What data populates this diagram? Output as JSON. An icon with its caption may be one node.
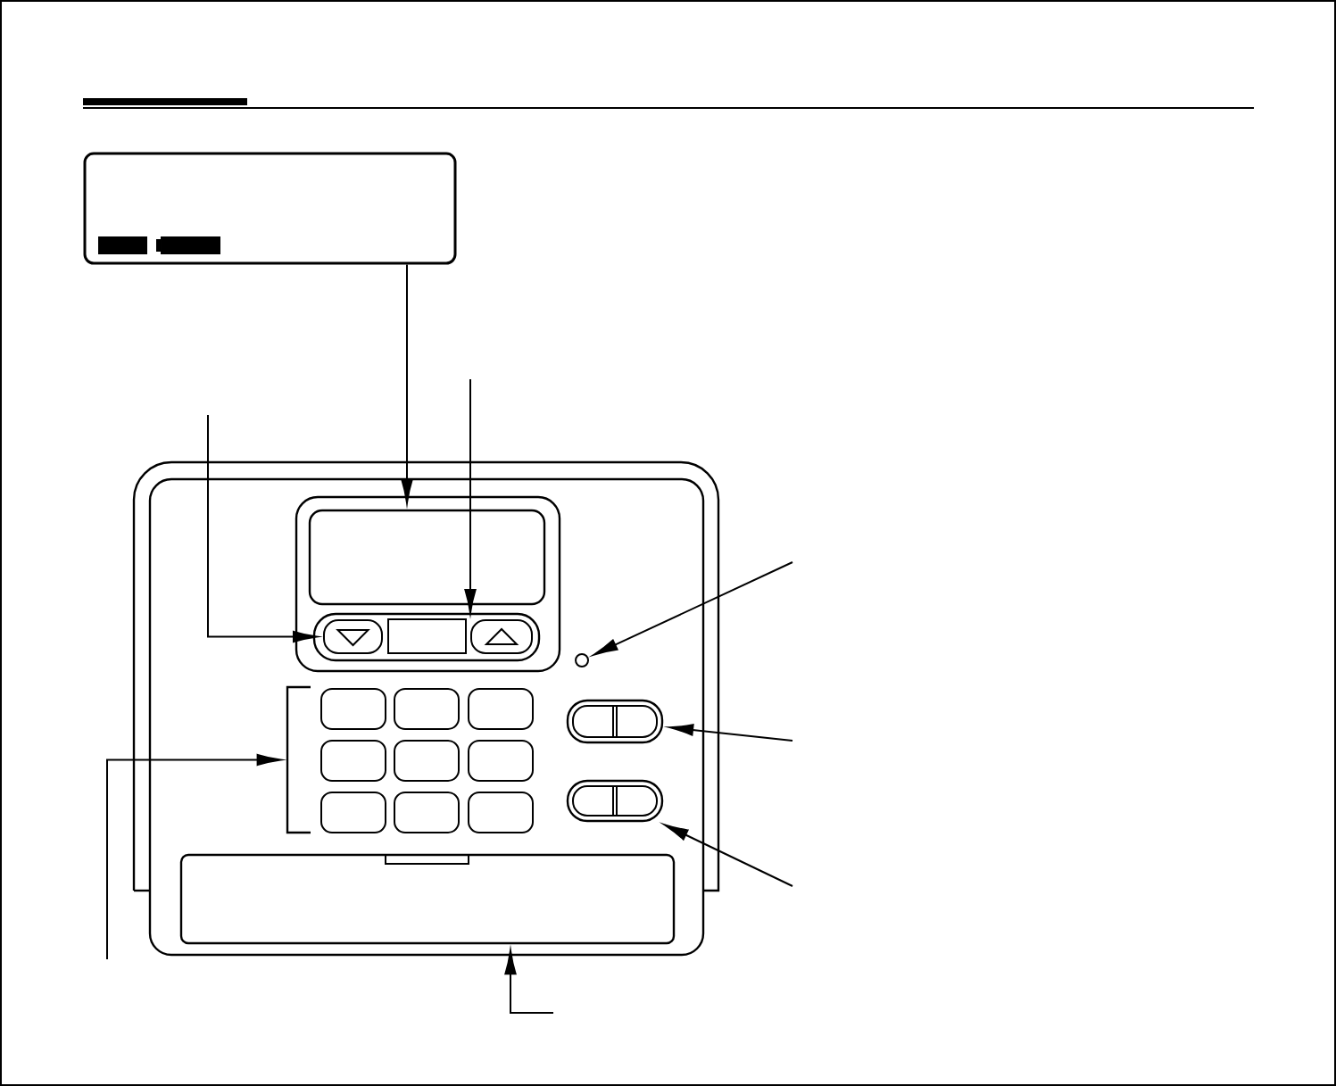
{
  "diagram": {
    "nodes": [
      {
        "text": [],
        "shape": "box"
      },
      {
        "text": [],
        "shape": "screen"
      },
      {
        "text": [],
        "shape": "button"
      },
      {
        "text": [],
        "shape": "button"
      },
      {
        "text": [],
        "shape": "circle"
      },
      {
        "text": [],
        "shape": "switch"
      },
      {
        "text": [],
        "shape": "switch"
      },
      {
        "text": [],
        "shape": "keypad"
      },
      {
        "text": [],
        "shape": "cover"
      }
    ],
    "edges": [
      {
        "from": 0,
        "to": 1,
        "arrow": "to"
      },
      {
        "from": null,
        "to": 2,
        "arrow": "to"
      },
      {
        "from": null,
        "to": 3,
        "arrow": "to"
      },
      {
        "from": null,
        "to": 4,
        "arrow": "to"
      },
      {
        "from": null,
        "to": 5,
        "arrow": "to"
      },
      {
        "from": null,
        "to": 6,
        "arrow": "to"
      },
      {
        "from": null,
        "to": 7,
        "arrow": "to"
      },
      {
        "from": null,
        "to": 8,
        "arrow": "to"
      }
    ]
  }
}
